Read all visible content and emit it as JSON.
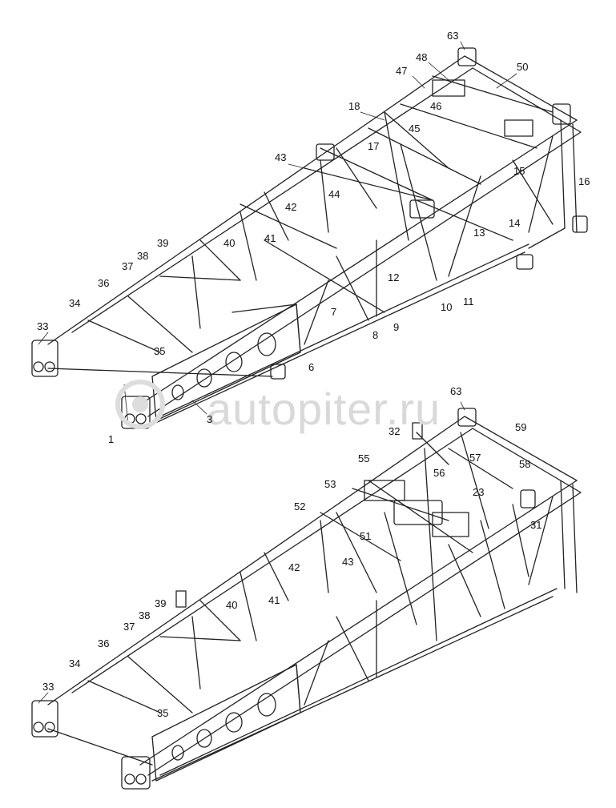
{
  "watermark": {
    "text": "autopiter.ru"
  },
  "colors": {
    "line": "#222222",
    "watermark": "#d9d9d9",
    "background": "#ffffff"
  },
  "upper_view": {
    "callouts": [
      "63",
      "48",
      "50",
      "47",
      "46",
      "18",
      "45",
      "17",
      "43",
      "15",
      "16",
      "44",
      "42",
      "14",
      "13",
      "41",
      "40",
      "39",
      "38",
      "37",
      "12",
      "36",
      "10",
      "11",
      "7",
      "34",
      "33",
      "8",
      "9",
      "35",
      "6",
      "3",
      "1"
    ]
  },
  "lower_view": {
    "callouts": [
      "63",
      "59",
      "32",
      "57",
      "55",
      "56",
      "58",
      "53",
      "23",
      "52",
      "31",
      "51",
      "43",
      "42",
      "41",
      "40",
      "39",
      "38",
      "37",
      "36",
      "34",
      "33",
      "35"
    ]
  }
}
